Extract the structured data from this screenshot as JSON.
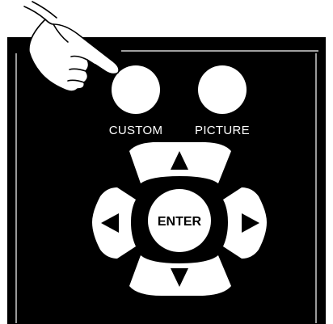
{
  "buttons": {
    "custom_label": "CUSTOM",
    "picture_label": "PICTURE",
    "enter_label": "ENTER"
  },
  "colors": {
    "panel": "#000000",
    "button": "#ffffff",
    "page": "#ffffff"
  },
  "icons": {
    "pointer": "pointing-hand-icon",
    "up": "arrow-up-icon",
    "down": "arrow-down-icon",
    "left": "arrow-left-icon",
    "right": "arrow-right-icon"
  }
}
